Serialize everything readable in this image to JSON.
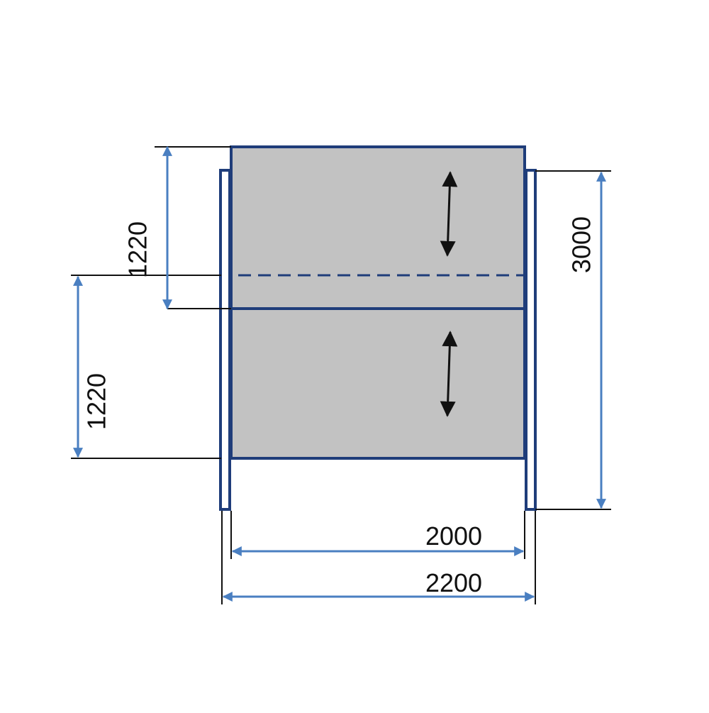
{
  "diagram": {
    "dimensions": {
      "top_panel_height": "1220",
      "bottom_panel_height": "1220",
      "total_height": "3000",
      "panel_width": "2000",
      "total_width": "2200"
    },
    "colors": {
      "frame": "#1f3d7a",
      "panel_fill": "#c2c2c2",
      "dimension_arrow": "#4a7fc1",
      "leader_line": "#111111",
      "motion_arrow": "#111111",
      "background": "#ffffff"
    },
    "icons": {
      "motion": "double-headed-vertical-arrow"
    }
  }
}
